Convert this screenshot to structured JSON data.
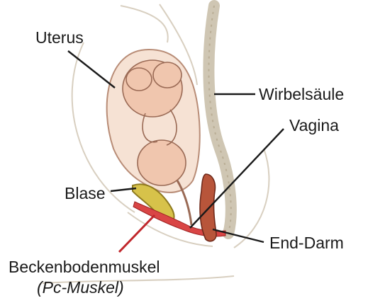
{
  "labels": {
    "uterus": "Uterus",
    "spine": "Wirbelsäule",
    "vagina": "Vagina",
    "bladder": "Blase",
    "rectum": "End-Darm",
    "pelvic_floor": "Beckenbodenmuskel",
    "pc_muscle": "(Pc-Muskel)"
  },
  "colors": {
    "skin_outline": "#d8cfc0",
    "uterus_fill": "#f6e2d4",
    "fetus_fill": "#f0c6ae",
    "fetus_line": "#9a6a55",
    "spine": "#cfc6b3",
    "bladder": "#d7c24a",
    "muscle": "#d94545",
    "rectum": "#b8553a",
    "leader": "#1a1a1a",
    "muscle_leader": "#c0262b"
  }
}
